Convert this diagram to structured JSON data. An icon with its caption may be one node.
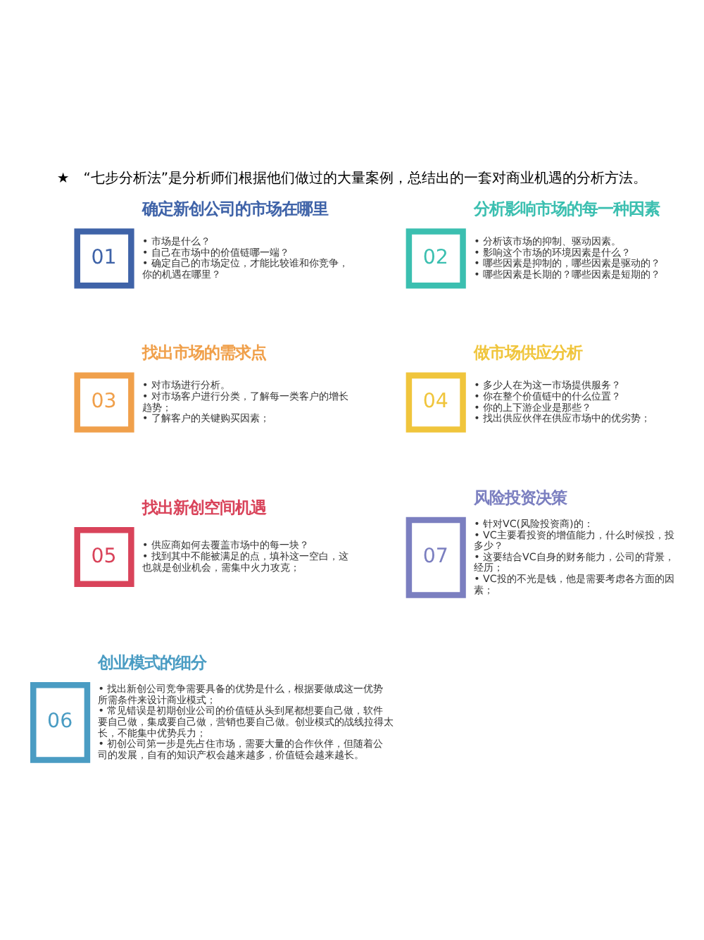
{
  "diagram": {
    "title": "★　“七步分析法”是分析师们根据他们做过的大量案例，总结出的一套对商业机遇的分析方法。",
    "nodes": [
      {
        "text": [
          "01",
          "确定新创公司的市场在哪里",
          "• 市场是什么？",
          "• 自己在市场中的价值链哪一端？",
          "• 确定自己的市场定位，才能比较谁和你竞争，你的机遇在哪里？"
        ]
      },
      {
        "text": [
          "02",
          "分析影响市场的每一种因素",
          "• 分析该市场的抑制、驱动因素。",
          "• 影响这个市场的环境因素是什么？",
          "• 哪些因素是抑制的，哪些因素是驱动的？",
          "• 哪些因素是长期的？哪些因素是短期的？"
        ]
      },
      {
        "text": [
          "03",
          "找出市场的需求点",
          "• 对市场进行分析。",
          "• 对市场客户进行分类，了解每一类客户的增长趋势；",
          "• 了解客户的关键购买因素；"
        ]
      },
      {
        "text": [
          "04",
          "做市场供应分析",
          "• 多少人在为这一市场提供服务？",
          "• 你在整个价值链中的什么位置？",
          "• 你的上下游企业是那些？",
          "• 找出供应伙伴在供应市场中的优劣势；"
        ]
      },
      {
        "text": [
          "05",
          "找出新创空间机遇",
          "• 供应商如何去覆盖市场中的每一块？",
          "• 找到其中不能被满足的点，填补这一空白，这也就是创业机会，需集中火力攻克；"
        ]
      },
      {
        "text": [
          "07",
          "风险投资决策",
          "• 针对VC(风险投资商)的：",
          "• VC主要看投资的增值能力，什么时候投，投多少？",
          "• 这要结合VC自身的财务能力，公司的背景，经历；",
          "• VC投的不光是钱，他是需要考虑各方面的因素；"
        ]
      },
      {
        "text": [
          "06",
          "创业模式的细分",
          "• 找出新创公司竞争需要具备的优势是什么，根据要做成这一优势所需条件来设计商业模式；",
          "• 常见错误是初期创业公司的价值链从头到尾都想要自己做，软件要自己做，集成要自己做，营销也要自己做。创业模式的战线拉得太长，不能集中优势兵力；",
          "• 初创公司第一步是先占住市场，需要大量的合作伙伴，但随着公司的发展，自有的知识产权会越来越多，价值链会越来越长。"
        ]
      }
    ]
  }
}
